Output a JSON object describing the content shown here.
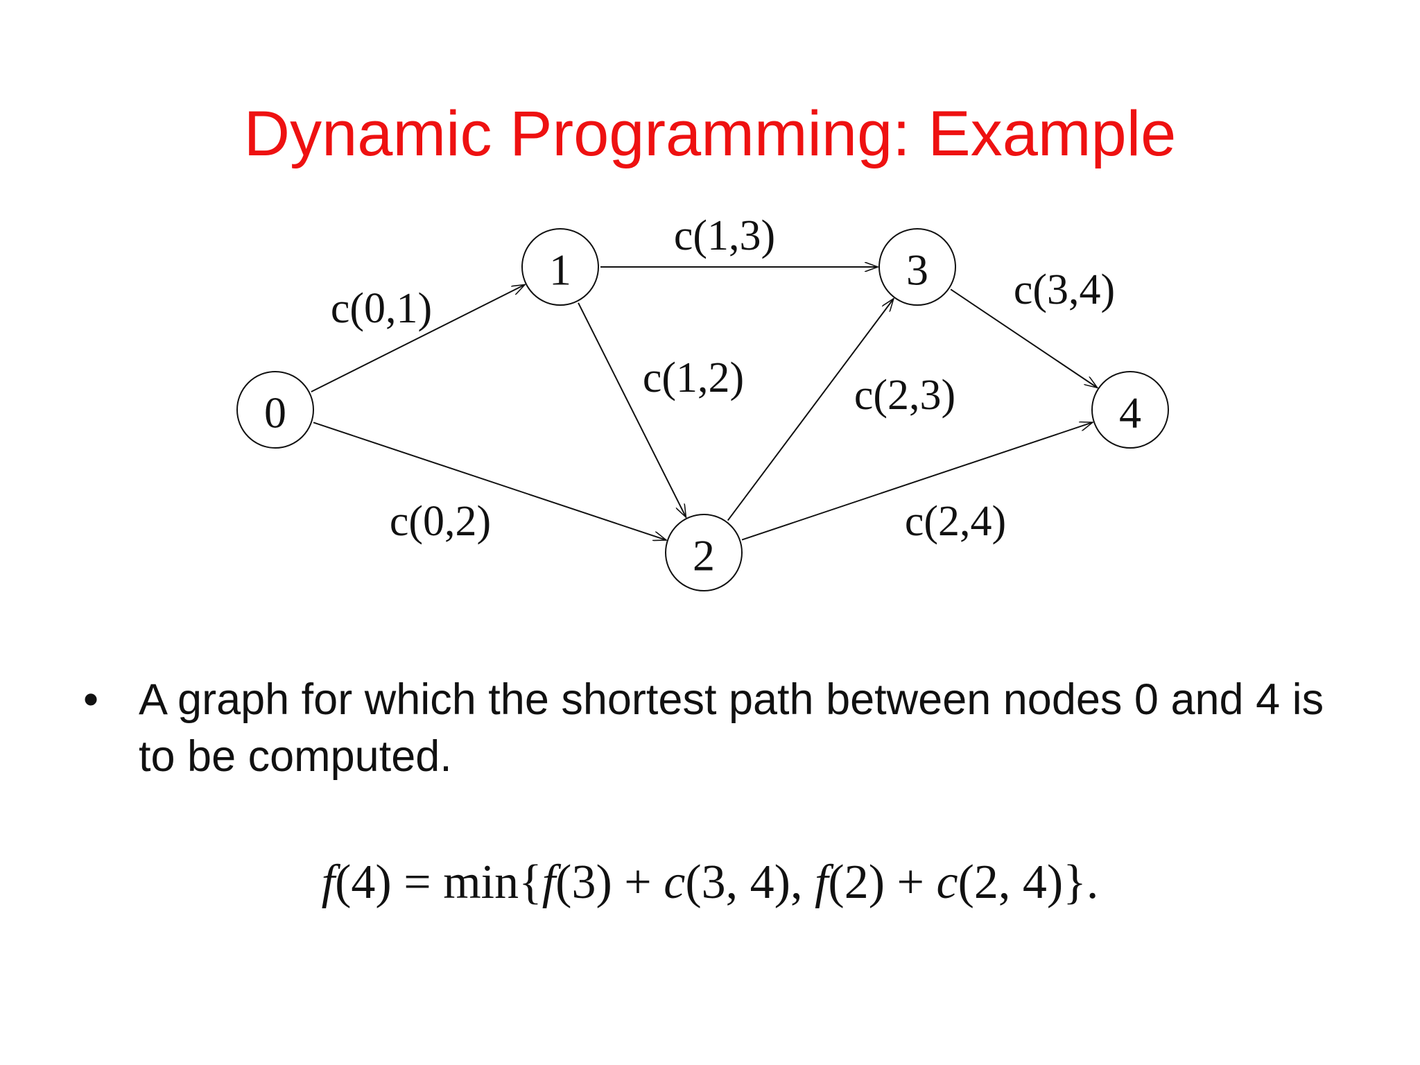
{
  "title": "Dynamic Programming: Example",
  "colors": {
    "title": "#ee1111",
    "text": "#111111",
    "edge": "#111111"
  },
  "graph": {
    "nodes": [
      {
        "id": "0",
        "label": "0"
      },
      {
        "id": "1",
        "label": "1"
      },
      {
        "id": "2",
        "label": "2"
      },
      {
        "id": "3",
        "label": "3"
      },
      {
        "id": "4",
        "label": "4"
      }
    ],
    "edges": [
      {
        "from": "0",
        "to": "1",
        "label": "c(0,1)"
      },
      {
        "from": "0",
        "to": "2",
        "label": "c(0,2)"
      },
      {
        "from": "1",
        "to": "3",
        "label": "c(1,3)"
      },
      {
        "from": "1",
        "to": "2",
        "label": "c(1,2)"
      },
      {
        "from": "2",
        "to": "3",
        "label": "c(2,3)"
      },
      {
        "from": "3",
        "to": "4",
        "label": "c(3,4)"
      },
      {
        "from": "2",
        "to": "4",
        "label": "c(2,4)"
      }
    ]
  },
  "bullet": {
    "symbol": "•",
    "text": "A graph for which the shortest path between nodes 0 and 4 is to be computed."
  },
  "formula": {
    "f4": "f",
    "p1": "(4) = min{",
    "f3": "f",
    "p2": "(3) + ",
    "c34": "c",
    "p3": "(3, 4), ",
    "f2": "f",
    "p4": "(2) + ",
    "c24": "c",
    "p5": "(2, 4)}."
  }
}
